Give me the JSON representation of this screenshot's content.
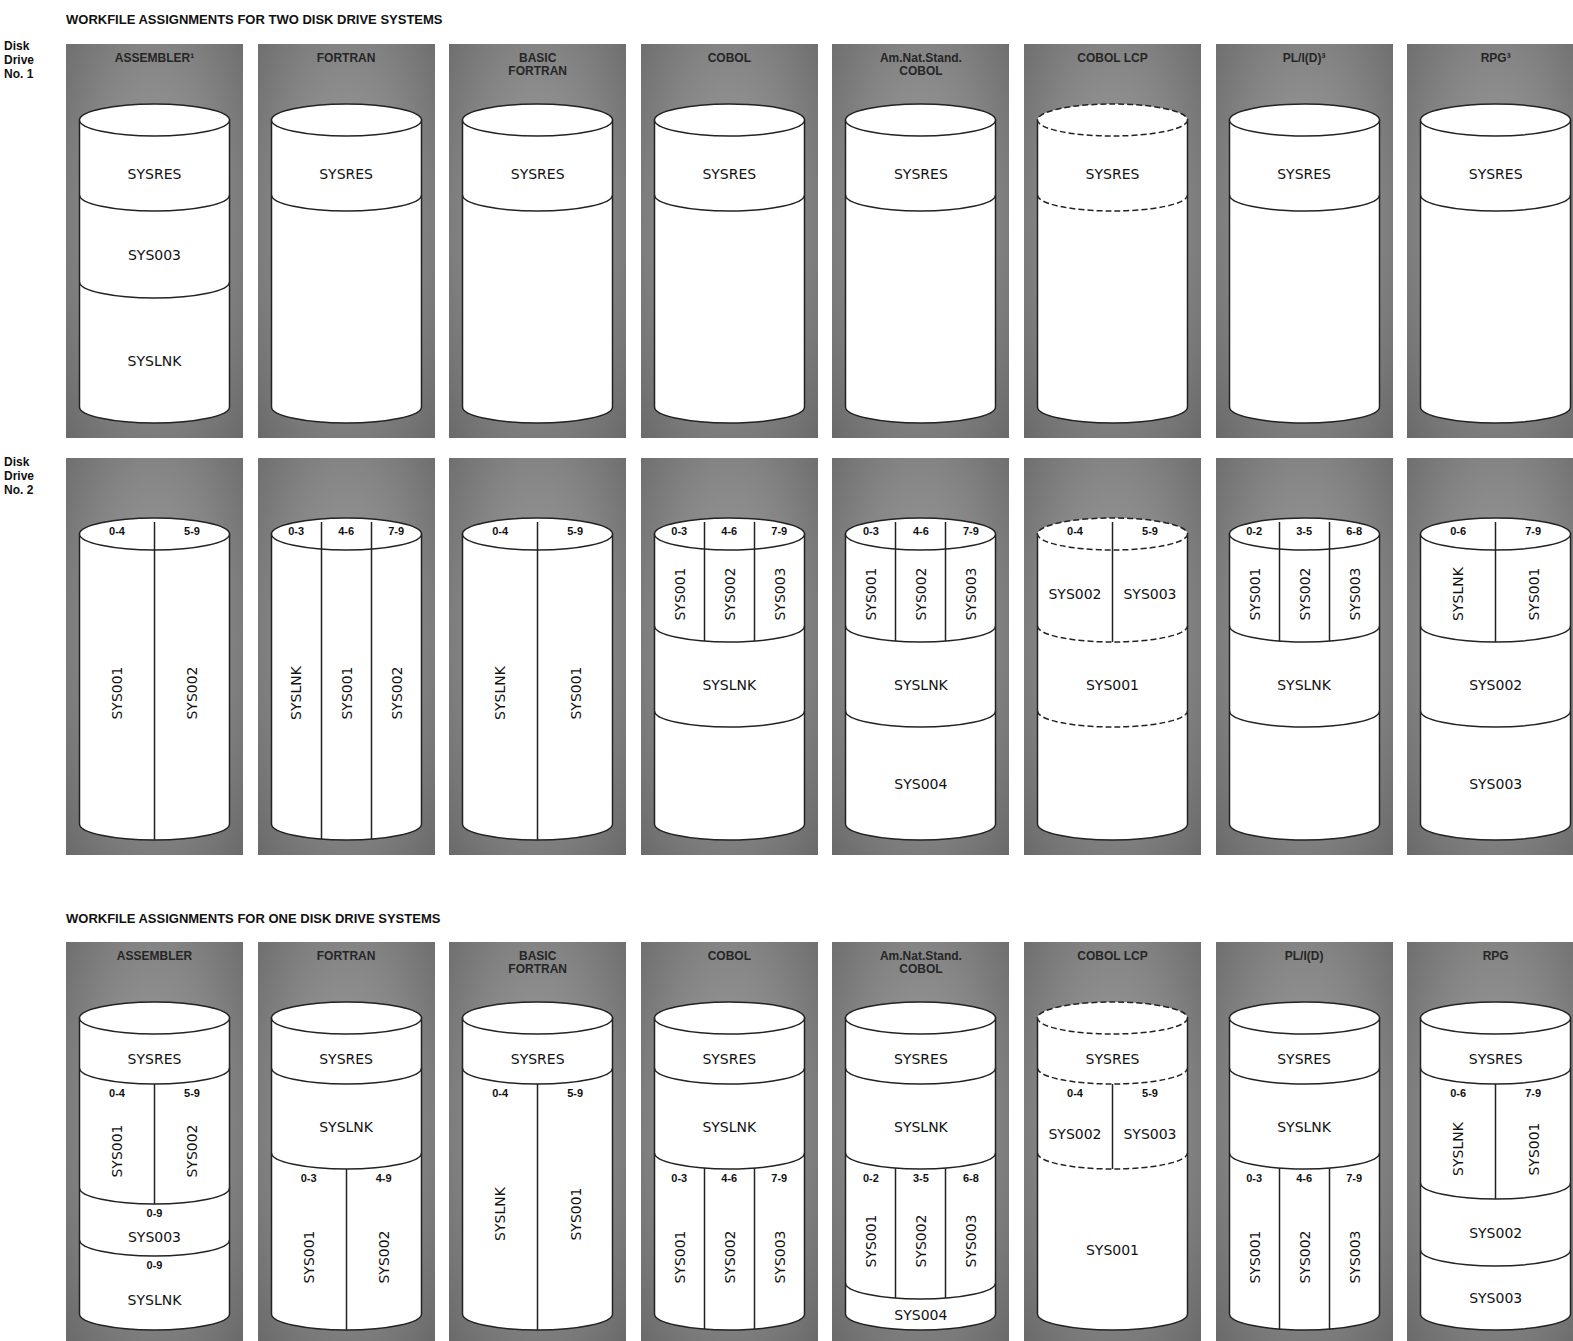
{
  "diagram": {
    "title": "WORKFILE ASSIGNMENTS FOR TWO DISK DRIVE SYSTEMS",
    "nodes": [
      {
        "text": [
          "ASSEMBLER¹"
        ]
      },
      {
        "text": [
          "SYSRES"
        ],
        "in": 0
      },
      {
        "text": [
          "SYS003"
        ],
        "in": 0
      },
      {
        "text": [
          "SYSLNK"
        ],
        "in": 0
      },
      {
        "text": [
          "FORTRAN"
        ]
      },
      {
        "text": [
          "SYSRES"
        ],
        "in": 4
      },
      {
        "text": [
          "BASIC FORTRAN"
        ]
      },
      {
        "text": [
          "SYSRES"
        ],
        "in": 6
      },
      {
        "text": [
          "COBOL"
        ]
      },
      {
        "text": [
          "SYSRES"
        ],
        "in": 8
      },
      {
        "text": [
          "Am.Nat.Stand. COBOL"
        ]
      },
      {
        "text": [
          "SYSRES"
        ],
        "in": 10
      },
      {
        "text": [
          "COBOL LCP"
        ]
      },
      {
        "text": [
          "SYSRES"
        ],
        "in": 12
      },
      {
        "text": [
          "PL/I(D)³"
        ]
      },
      {
        "text": [
          "SYSRES"
        ],
        "in": 14
      },
      {
        "text": [
          "RPG³"
        ]
      },
      {
        "text": [
          "SYSRES"
        ],
        "in": 16
      },
      {
        "text": [
          "0-4",
          "SYS001"
        ]
      },
      {
        "text": [
          "5-9",
          "SYS002"
        ]
      },
      {
        "text": [
          "0-3",
          "SYSLNK"
        ]
      },
      {
        "text": [
          "4-6",
          "SYS001"
        ]
      },
      {
        "text": [
          "7-9",
          "SYS002"
        ]
      },
      {
        "text": [
          "0-4",
          "SYSLNK"
        ]
      },
      {
        "text": [
          "5-9",
          "SYS001"
        ]
      },
      {
        "text": [
          "0-3",
          "SYS001"
        ]
      },
      {
        "text": [
          "4-6",
          "SYS002"
        ]
      },
      {
        "text": [
          "7-9",
          "SYS003"
        ]
      },
      {
        "text": [
          "SYSLNK"
        ]
      },
      {
        "text": [
          "0-3",
          "SYS001"
        ]
      },
      {
        "text": [
          "4-6",
          "SYS002"
        ]
      },
      {
        "text": [
          "7-9",
          "SYS003"
        ]
      },
      {
        "text": [
          "SYSLNK"
        ]
      },
      {
        "text": [
          "SYS004"
        ]
      },
      {
        "text": [
          "0-4",
          "SYS002"
        ]
      },
      {
        "text": [
          "5-9",
          "SYS003"
        ]
      },
      {
        "text": [
          "SYS001"
        ]
      },
      {
        "text": [
          "0-2",
          "SYS001"
        ]
      },
      {
        "text": [
          "3-5",
          "SYS002"
        ]
      },
      {
        "text": [
          "6-8",
          "SYS003"
        ]
      },
      {
        "text": [
          "SYSLNK"
        ]
      },
      {
        "text": [
          "0-6",
          "SYSLNK"
        ]
      },
      {
        "text": [
          "7-9",
          "SYS001"
        ]
      },
      {
        "text": [
          "SYS002"
        ]
      },
      {
        "text": [
          "SYS003"
        ]
      },
      {
        "text": [
          "ASSEMBLER"
        ]
      },
      {
        "text": [
          "SYSRES"
        ],
        "in": 45
      },
      {
        "text": [
          "0-4",
          "SYS001"
        ],
        "in": 45
      },
      {
        "text": [
          "5-9",
          "SYS002"
        ],
        "in": 45
      },
      {
        "text": [
          "0-9",
          "SYS003"
        ],
        "in": 45
      },
      {
        "text": [
          "0-9",
          "SYSLNK"
        ],
        "in": 45
      },
      {
        "text": [
          "FORTRAN"
        ]
      },
      {
        "text": [
          "SYSRES"
        ],
        "in": 51
      },
      {
        "text": [
          "SYSLNK"
        ],
        "in": 51
      },
      {
        "text": [
          "0-3",
          "SYS001"
        ],
        "in": 51
      },
      {
        "text": [
          "4-9",
          "SYS002"
        ],
        "in": 51
      },
      {
        "text": [
          "BASIC FORTRAN"
        ]
      },
      {
        "text": [
          "SYSRES"
        ],
        "in": 56
      },
      {
        "text": [
          "0-4",
          "SYSLNK"
        ],
        "in": 56
      },
      {
        "text": [
          "5-9",
          "SYS001"
        ],
        "in": 56
      },
      {
        "text": [
          "COBOL"
        ]
      },
      {
        "text": [
          "SYSRES"
        ],
        "in": 60
      },
      {
        "text": [
          "SYSLNK"
        ],
        "in": 60
      },
      {
        "text": [
          "0-3",
          "SYS001"
        ],
        "in": 60
      },
      {
        "text": [
          "4-6",
          "SYS002"
        ],
        "in": 60
      },
      {
        "text": [
          "7-9",
          "SYS003"
        ],
        "in": 60
      },
      {
        "text": [
          "Am.Nat.Stand. COBOL"
        ]
      },
      {
        "text": [
          "SYSRES"
        ],
        "in": 66
      },
      {
        "text": [
          "SYSLNK"
        ],
        "in": 66
      },
      {
        "text": [
          "0-2",
          "SYS001"
        ],
        "in": 66
      },
      {
        "text": [
          "3-5",
          "SYS002"
        ],
        "in": 66
      },
      {
        "text": [
          "6-8",
          "SYS003"
        ],
        "in": 66
      },
      {
        "text": [
          "SYS004"
        ],
        "in": 66
      },
      {
        "text": [
          "COBOL LCP"
        ]
      },
      {
        "text": [
          "SYSRES"
        ],
        "in": 73
      },
      {
        "text": [
          "0-4",
          "SYS002"
        ],
        "in": 73
      },
      {
        "text": [
          "5-9",
          "SYS003"
        ],
        "in": 73
      },
      {
        "text": [
          "SYS001"
        ],
        "in": 73
      },
      {
        "text": [
          "PL/I(D)"
        ]
      },
      {
        "text": [
          "SYSRES"
        ],
        "in": 78
      },
      {
        "text": [
          "SYSLNK"
        ],
        "in": 78
      },
      {
        "text": [
          "0-3",
          "SYS001"
        ],
        "in": 78
      },
      {
        "text": [
          "4-6",
          "SYS002"
        ],
        "in": 78
      },
      {
        "text": [
          "7-9",
          "SYS003"
        ],
        "in": 78
      },
      {
        "text": [
          "RPG"
        ]
      },
      {
        "text": [
          "SYSRES"
        ],
        "in": 84
      },
      {
        "text": [
          "0-6",
          "SYSLNK"
        ],
        "in": 84
      },
      {
        "text": [
          "7-9",
          "SYS001"
        ],
        "in": 84
      },
      {
        "text": [
          "SYS002"
        ],
        "in": 84
      },
      {
        "text": [
          "SYS003"
        ],
        "in": 84
      }
    ],
    "labels": [
      "WORKFILE ASSIGNMENTS FOR ONE DISK DRIVE SYSTEMS",
      "Disk Drive No. 1",
      "Disk Drive No. 2"
    ]
  }
}
